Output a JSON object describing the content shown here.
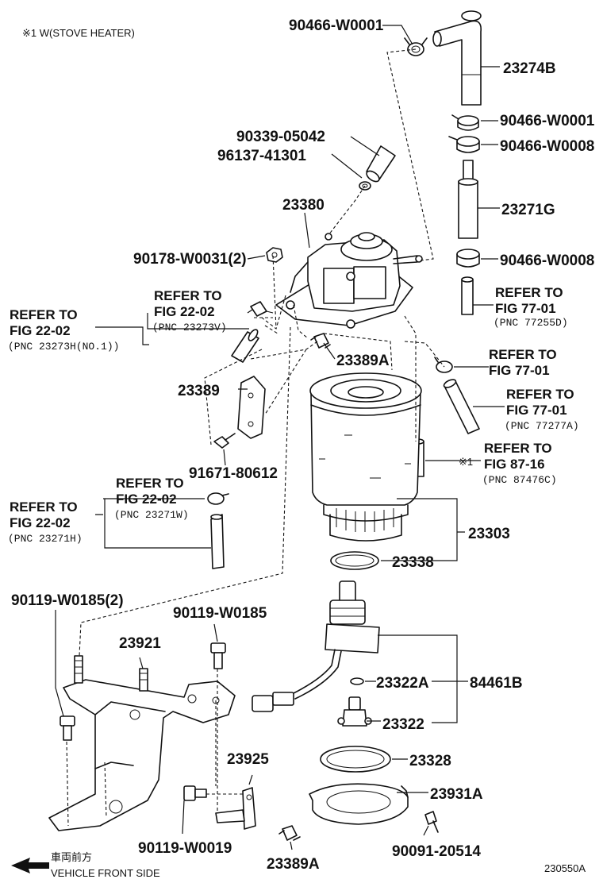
{
  "header_note": "※1 W(STOVE HEATER)",
  "footer": {
    "direction_jp": "車両前方",
    "direction_en": "VEHICLE FRONT SIDE",
    "illustration_id": "230550A"
  },
  "parts": {
    "p90466_W0001_top": "90466-W0001",
    "p23274B": "23274B",
    "p90466_W0001": "90466-W0001",
    "p90466_W0008_a": "90466-W0008",
    "p23271G": "23271G",
    "p90466_W0008_b": "90466-W0008",
    "p90339": "90339-05042",
    "p96137": "96137-41301",
    "p23380": "23380",
    "p90178": "90178-W0031(2)",
    "p23389A_top": "23389A",
    "p23389": "23389",
    "p91671": "91671-80612",
    "p23303": "23303",
    "p23338": "23338",
    "p90119_W0185_2": "90119-W0185(2)",
    "p90119_W0185": "90119-W0185",
    "p23921": "23921",
    "p23322A": "23322A",
    "p84461B": "84461B",
    "p23322": "23322",
    "p23328": "23328",
    "p23925": "23925",
    "p23931A": "23931A",
    "p90119_W0019": "90119-W0019",
    "p90091": "90091-20514",
    "p23389A_bottom": "23389A"
  },
  "refs": {
    "r1": {
      "l1": "REFER TO",
      "l2": "FIG 77-01",
      "l3": "(PNC 77255D)"
    },
    "r2": {
      "l1": "REFER TO",
      "l2": "FIG 77-01"
    },
    "r3": {
      "l1": "REFER TO",
      "l2": "FIG 77-01",
      "l3": "(PNC 77277A)"
    },
    "r4": {
      "l1": "REFER TO",
      "l2": "FIG 87-16",
      "l3": "(PNC 87476C)",
      "mark": "※1"
    },
    "r5": {
      "l1": "REFER TO",
      "l2": "FIG 22-02",
      "l3": "(PNC 23273V)"
    },
    "r6": {
      "l1": "REFER TO",
      "l2": "FIG 22-02",
      "l3": "(PNC 23273H(NO.1))"
    },
    "r7": {
      "l1": "REFER TO",
      "l2": "FIG 22-02",
      "l3": "(PNC 23271W)"
    },
    "r8": {
      "l1": "REFER TO",
      "l2": "FIG 22-02",
      "l3": "(PNC 23271H)"
    }
  }
}
